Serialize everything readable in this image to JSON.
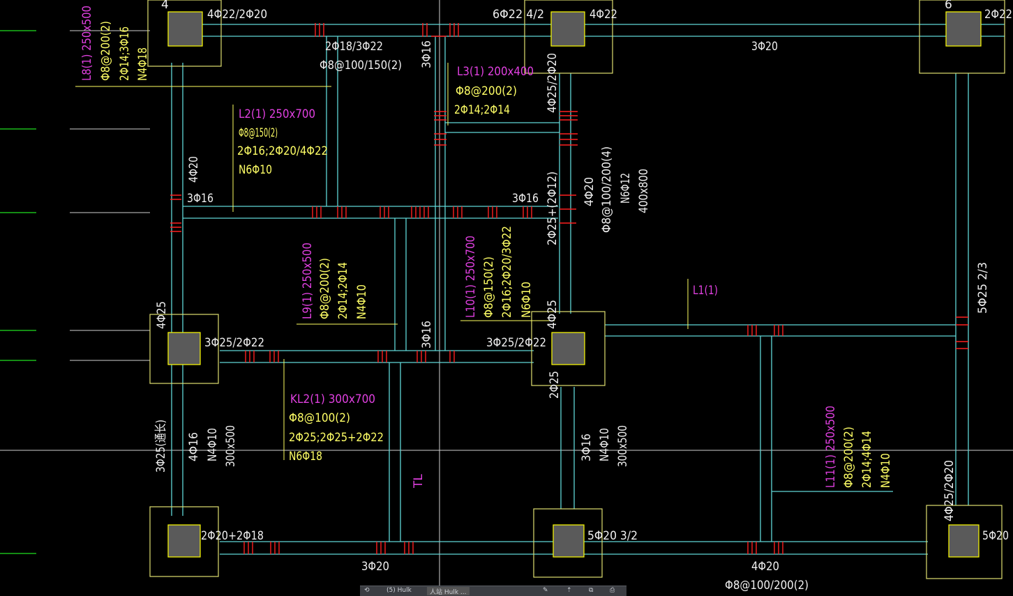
{
  "drawing": {
    "labels": {
      "c1_top": "4Φ22/2Φ20",
      "c1_side": "4",
      "c2_top_left": "6Φ22 4/2",
      "c2_top_right": "4Φ22",
      "c3_top_right": "2Φ22",
      "c3_side": "6",
      "top_beam_bottom": "3Φ20",
      "top_beam_mid1": "2Φ18/3Φ22",
      "top_beam_mid2": "Φ8@100/150(2)",
      "vert_3phi16_top": "3Φ16",
      "l8_name": "L8(1) 250x500",
      "l8_stirrup": "Φ8@200(2)",
      "l8_bars": "2Φ14;3Φ16",
      "l8_side": "N4Φ18",
      "l3_name": "L3(1) 200x400",
      "l3_stirrup": "Φ8@200(2)",
      "l3_bars": "2Φ14;2Φ14",
      "v_4phi25_2phi20": "4Φ25/2Φ20",
      "l2_name": "L2(1) 250x700",
      "l2_stirrup": "Φ8@150(2)",
      "l2_bars": "2Φ16;2Φ20/4Φ22",
      "l2_side": "N6Φ10",
      "left_col_4phi20": "4Φ20",
      "mid_3phi16_left": "3Φ16",
      "mid_3phi16_right": "3Φ16",
      "v_2phi25_2phi12": "2Φ25+(2Φ12)",
      "kl_right_4phi20": "4Φ20",
      "kl_right_stirrup": "Φ8@100/200(4)",
      "kl_right_side": "N6Φ12",
      "kl_right_size": "400x800",
      "l9_name": "L9(1) 250x500",
      "l9_stirrup": "Φ8@200(2)",
      "l9_bars": "2Φ14;2Φ14",
      "l9_side": "N4Φ10",
      "l10_name": "L10(1) 250x700",
      "l10_stirrup": "Φ8@150(2)",
      "l10_bars": "2Φ16;2Φ20/3Φ22",
      "l10_side": "N6Φ10",
      "l1_name": "L1(1)",
      "right_5phi25": "5Φ25 2/3",
      "c_left_4phi25": "4Φ25",
      "c_left_beam": "3Φ25/2Φ22",
      "v_3phi16_mid": "3Φ16",
      "c_mid_beam": "3Φ25/2Φ22",
      "c_mid_4phi25": "4Φ25",
      "c_mid_2phi25": "2Φ25",
      "kl2_name": "KL2(1) 300x700",
      "kl2_stirrup": "Φ8@100(2)",
      "kl2_bars": "2Φ25;2Φ25+2Φ22",
      "kl2_side": "N6Φ18",
      "left_3phi25_long": "3Φ25(通长)",
      "left_4phi16": "4Φ16",
      "left_n4phi10": "N4Φ10",
      "left_300x500": "300x500",
      "mid_v_3phi16": "3Φ16",
      "mid_v_n4phi10": "N4Φ10",
      "mid_v_300x500": "300x500",
      "tl": "TL",
      "l11_name": "L11(1) 250x500",
      "l11_stirrup": "Φ8@200(2)",
      "l11_bars": "2Φ14;4Φ14",
      "l11_side": "N4Φ10",
      "right_4phi25_2phi20": "4Φ25/2Φ20",
      "b_left": "2Φ20+2Φ18",
      "b_3phi20": "3Φ20",
      "b_mid_5phi20": "5Φ20 3/2",
      "b_4phi20": "4Φ20",
      "b_stirrup": "Φ8@100/200(2)",
      "b_right_5phi20": "5Φ20"
    }
  },
  "taskbar": {
    "items": [
      "⟲",
      "(5) Hulk",
      "人站 Hulk ...",
      "✎",
      "⇡",
      "⧉",
      "⎙"
    ]
  }
}
